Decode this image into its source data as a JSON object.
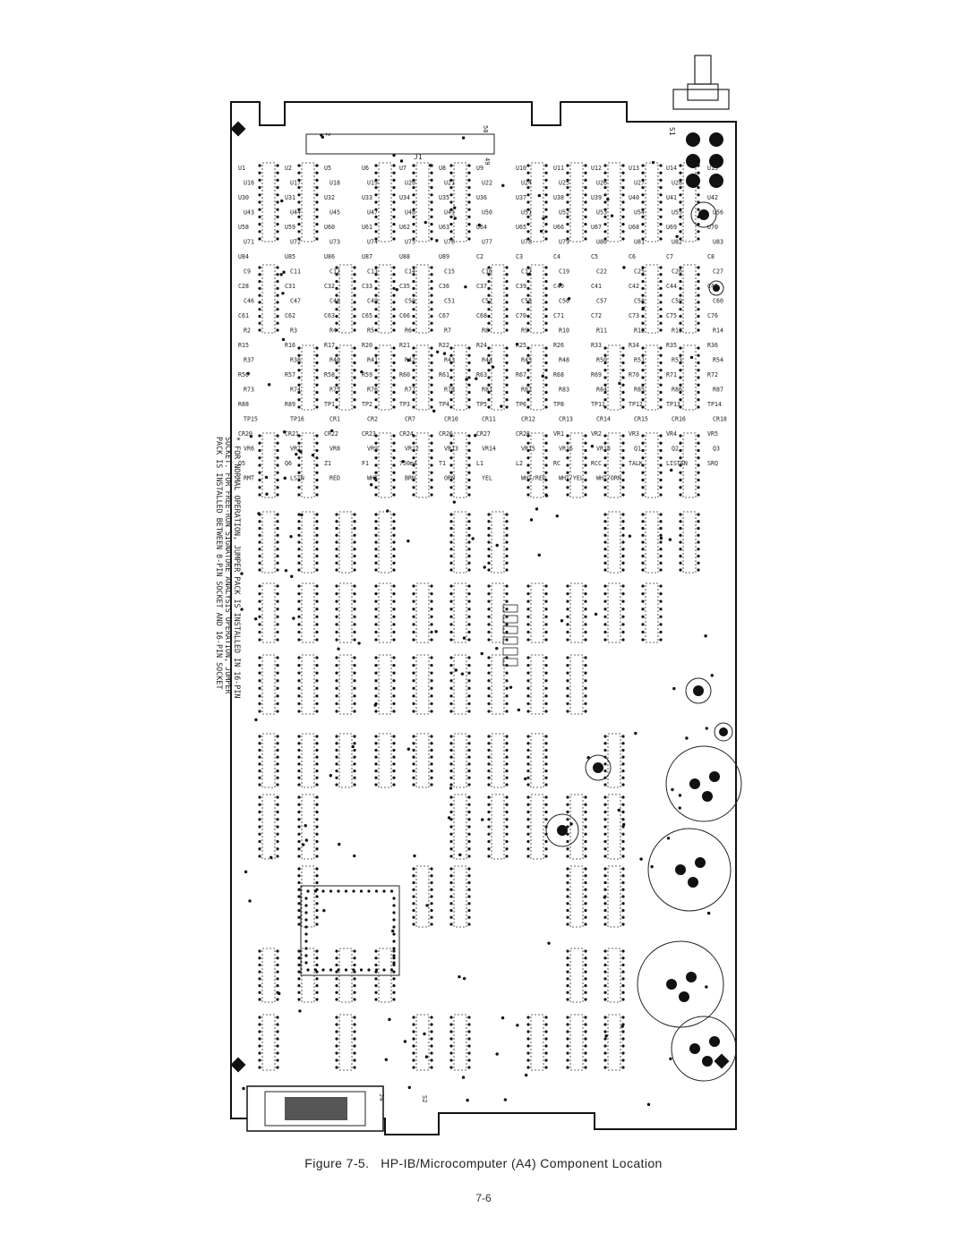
{
  "figure": {
    "caption_label": "Figure 7-5.",
    "caption_title": "HP-IB/Microcomputer (A4) Component Location",
    "page_number": "7-6"
  },
  "note": {
    "lines": [
      "* FOR NORMAL OPERATION, JUMPER PACK IS INSTALLED IN 16-PIN",
      "SOCKET. FOR FREE-RUN SIGNATURE ANALYSIS OPERATION, JUMPER",
      "PACK IS INSTALLED BETWEEN 8-PIN SOCKET AND 16-PIN SOCKET"
    ]
  },
  "connectors": {
    "j1": "J1",
    "j1_pin_a": "2",
    "j1_pin_b": "50",
    "j1_pin_c": "49",
    "j4": "J4",
    "s1": "S1",
    "s2": "S2"
  },
  "board_labels": {
    "ics": [
      "U1",
      "U2",
      "U5",
      "U6",
      "U7",
      "U8",
      "U9",
      "U10",
      "U11",
      "U12",
      "U13",
      "U14",
      "U15",
      "U16",
      "U17",
      "U18",
      "U19",
      "U20",
      "U21",
      "U22",
      "U24",
      "U25",
      "U26",
      "U27",
      "U28",
      "U29",
      "U30",
      "U31",
      "U32",
      "U33",
      "U34",
      "U35",
      "U36",
      "U37",
      "U38",
      "U39",
      "U40",
      "U41",
      "U42",
      "U43",
      "U44",
      "U45",
      "U47",
      "U48",
      "U49",
      "U50",
      "U51",
      "U52",
      "U53",
      "U54",
      "U55",
      "U56",
      "U58",
      "U59",
      "U60",
      "U61",
      "U62",
      "U63",
      "U64",
      "U65",
      "U66",
      "U67",
      "U68",
      "U69",
      "U70",
      "U71",
      "U72",
      "U73",
      "U74",
      "U75",
      "U76",
      "U77",
      "U78",
      "U79",
      "U80",
      "U81",
      "U82",
      "U83",
      "U84",
      "U85",
      "U86",
      "U87",
      "U88",
      "U89"
    ],
    "caps": [
      "C2",
      "C3",
      "C4",
      "C5",
      "C6",
      "C7",
      "C8",
      "C9",
      "C11",
      "C12",
      "C13",
      "C14",
      "C15",
      "C16",
      "C17",
      "C19",
      "C22",
      "C25",
      "C26",
      "C27",
      "C28",
      "C31",
      "C32",
      "C33",
      "C35",
      "C36",
      "C37",
      "C39",
      "C40",
      "C41",
      "C42",
      "C44",
      "C45",
      "C46",
      "C47",
      "C48",
      "C49",
      "C50",
      "C51",
      "C52",
      "C55",
      "C56",
      "C57",
      "C58",
      "C59",
      "C60",
      "C61",
      "C62",
      "C63",
      "C65",
      "C66",
      "C67",
      "C68",
      "C70",
      "C71",
      "C72",
      "C73",
      "C75",
      "C76"
    ],
    "resistors": [
      "R2",
      "R3",
      "R4",
      "R5",
      "R6",
      "R7",
      "R8",
      "R9",
      "R10",
      "R11",
      "R12",
      "R13",
      "R14",
      "R15",
      "R16",
      "R17",
      "R20",
      "R21",
      "R22",
      "R24",
      "R25",
      "R26",
      "R33",
      "R34",
      "R35",
      "R36",
      "R37",
      "R38",
      "R40",
      "R41",
      "R42",
      "R43",
      "R44",
      "R45",
      "R48",
      "R50",
      "R51",
      "R53",
      "R54",
      "R56",
      "R57",
      "R58",
      "R59",
      "R60",
      "R61",
      "R63",
      "R67",
      "R68",
      "R69",
      "R70",
      "R71",
      "R72",
      "R73",
      "R74",
      "R75",
      "R76",
      "R77",
      "R78",
      "R81",
      "R82",
      "R83",
      "R84",
      "R85",
      "R86",
      "R87",
      "R88",
      "R89"
    ],
    "misc": [
      "TP1",
      "TP2",
      "TP3",
      "TP4",
      "TP5",
      "TP6",
      "TP8",
      "TP11",
      "TP12",
      "TP13",
      "TP14",
      "TP15",
      "TP16",
      "CR1",
      "CR2",
      "CR7",
      "CR10",
      "CR11",
      "CR12",
      "CR13",
      "CR14",
      "CR15",
      "CR16",
      "CR18",
      "CR20",
      "CR21",
      "CR22",
      "CR23",
      "CR24",
      "CR26",
      "CR27",
      "CR28",
      "VR1",
      "VR2",
      "VR3",
      "VR4",
      "VR5",
      "VR6",
      "VR7",
      "VR8",
      "VR9",
      "VR12",
      "VR13",
      "VR14",
      "VR15",
      "VR16",
      "VR18",
      "Q1",
      "Q2",
      "Q3",
      "Q5",
      "Q6",
      "Z1",
      "F1",
      "750mA",
      "T1",
      "L1",
      "L2",
      "RC",
      "RCC",
      "TALK",
      "LISTEN",
      "SRQ",
      "RMT",
      "LSTN",
      "RED",
      "WHT",
      "BRN",
      "ORN",
      "YEL",
      "WHT/RED",
      "WHT/YEL",
      "WHT/ORN"
    ]
  }
}
